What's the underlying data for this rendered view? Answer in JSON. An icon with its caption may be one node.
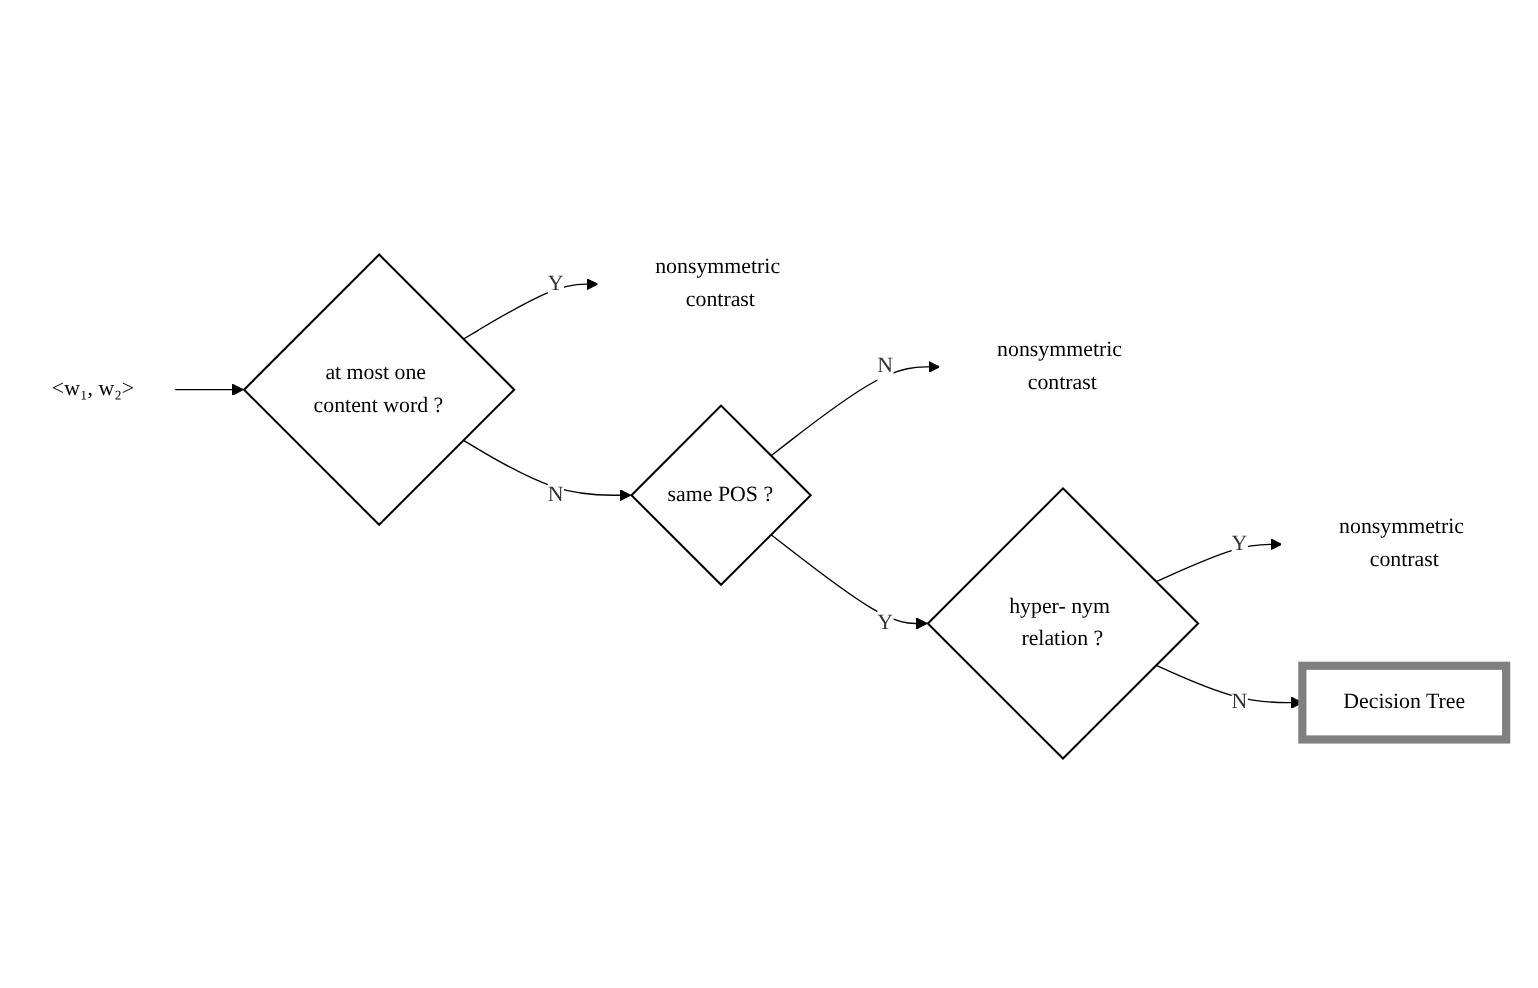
{
  "diagram": {
    "nodes": [
      {
        "text": [
          "<w₁, w₂>"
        ]
      },
      {
        "text": [
          "at most one content word ?"
        ]
      },
      {
        "text": [
          "nonsymmetric contrast"
        ]
      },
      {
        "text": [
          "same POS ?"
        ]
      },
      {
        "text": [
          "nonsymmetric contrast"
        ]
      },
      {
        "text": [
          "hyper- nym relation ?"
        ]
      },
      {
        "text": [
          "nonsymmetric contrast"
        ]
      },
      {
        "text": [
          "Decision Tree"
        ]
      }
    ],
    "edges": [
      {
        "from": 0,
        "to": 1,
        "arrow": "to"
      },
      {
        "from": 1,
        "to": 3,
        "arrow": "to",
        "label": "N"
      },
      {
        "from": 1,
        "to": 2,
        "arrow": "to",
        "label": "Y"
      },
      {
        "from": 3,
        "to": 5,
        "arrow": "to",
        "label": "Y"
      },
      {
        "from": 3,
        "to": 4,
        "arrow": "to",
        "label": "N"
      },
      {
        "from": 5,
        "to": 6,
        "arrow": "to",
        "label": "Y"
      },
      {
        "from": 5,
        "to": 7,
        "arrow": "to",
        "label": "N"
      }
    ]
  }
}
